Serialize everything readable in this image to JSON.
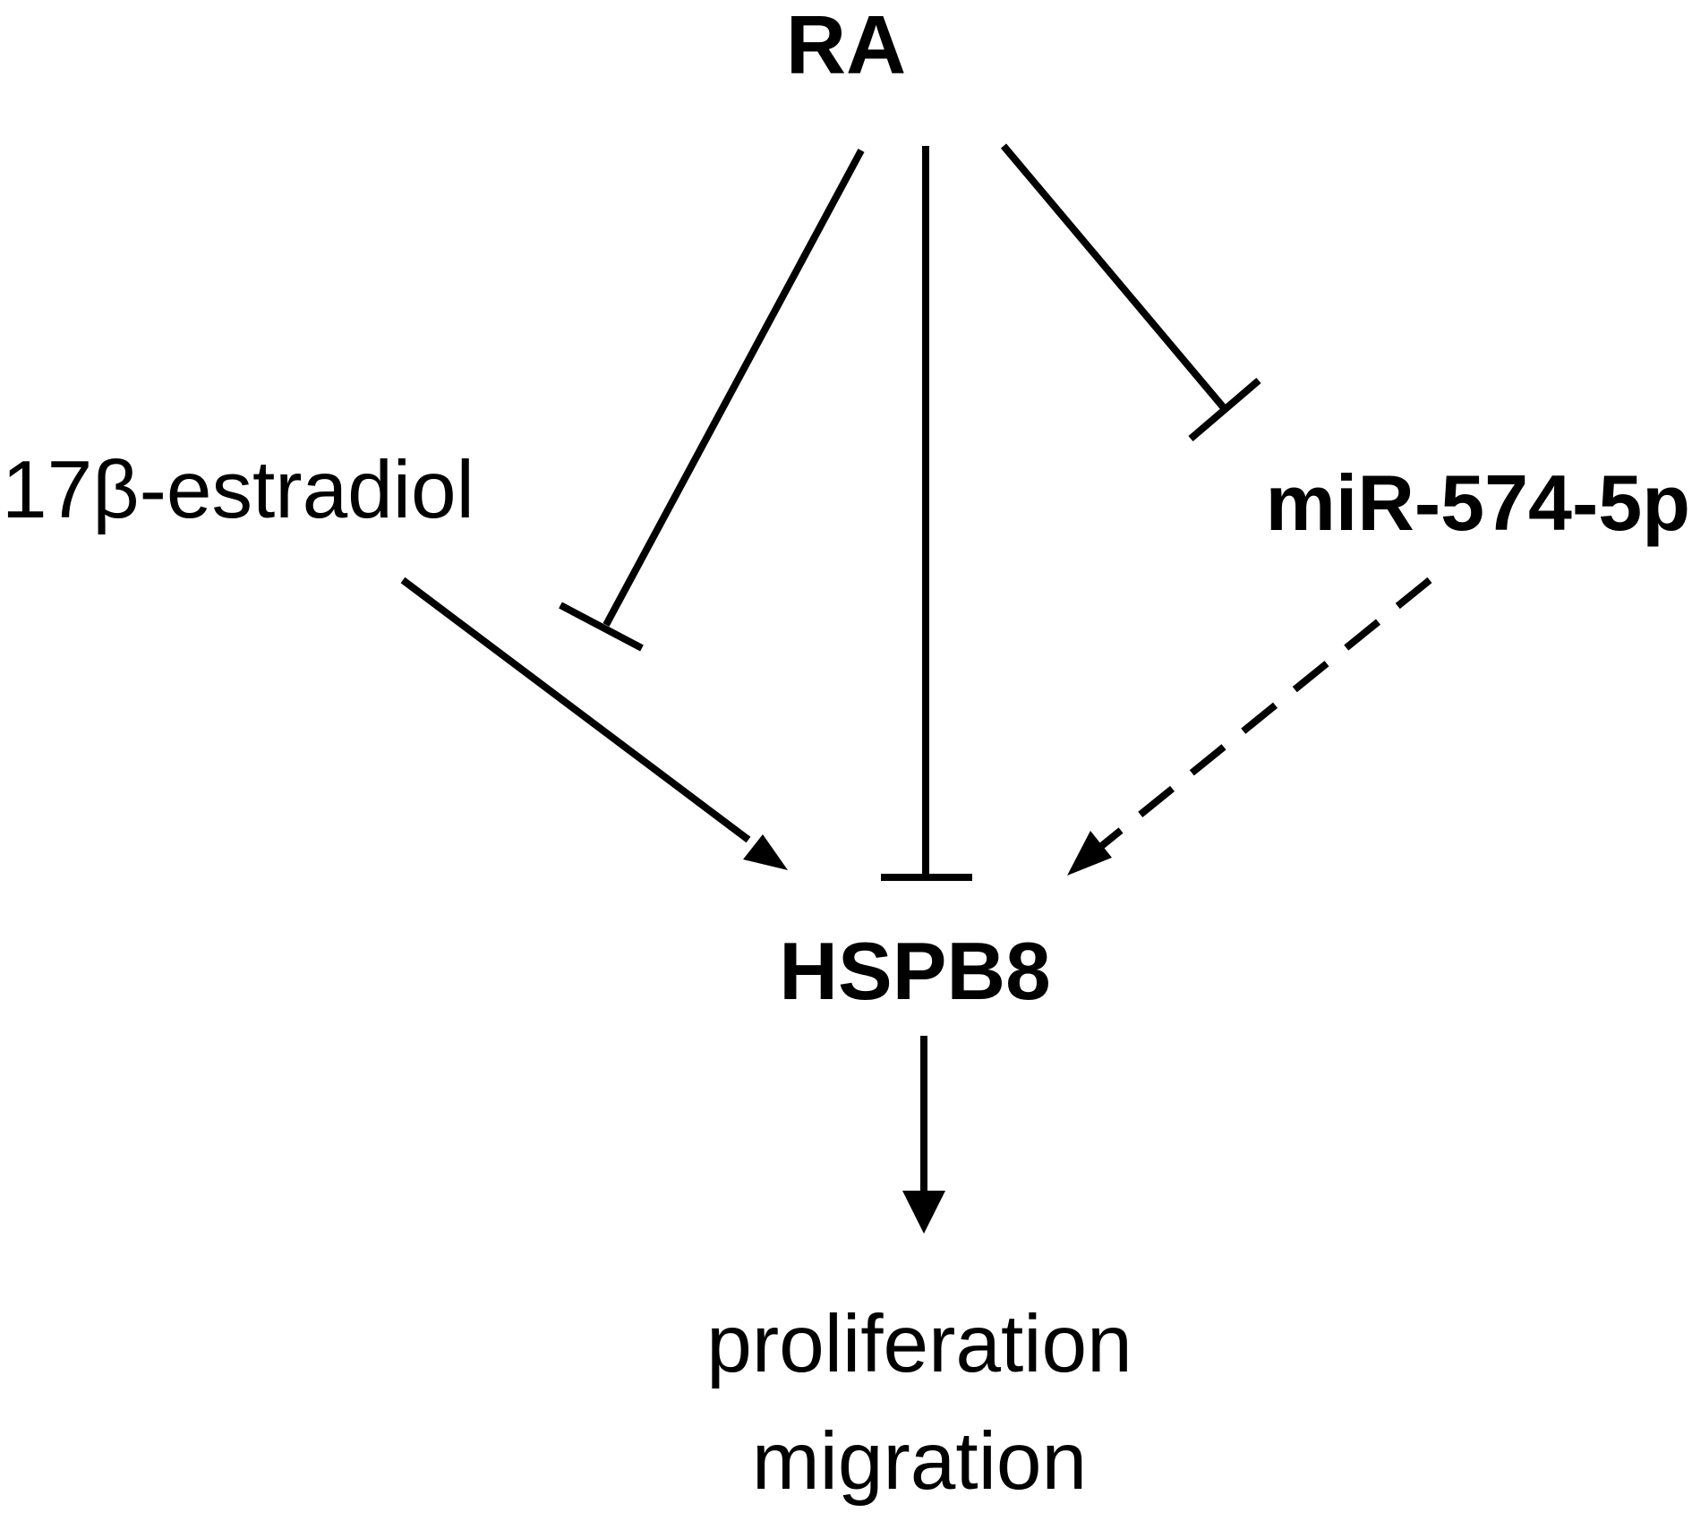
{
  "diagram": {
    "nodes": {
      "ra": "RA",
      "estradiol": "17β-estradiol",
      "mirna": "miR-574-5p",
      "hspb8": "HSPB8",
      "outcome_1": "proliferation",
      "outcome_2": "migration"
    },
    "edges": [
      {
        "from": "RA",
        "to": "17β-estradiol → HSPB8",
        "type": "inhibition",
        "style": "solid"
      },
      {
        "from": "RA",
        "to": "HSPB8",
        "type": "inhibition",
        "style": "solid"
      },
      {
        "from": "RA",
        "to": "miR-574-5p",
        "type": "inhibition",
        "style": "solid"
      },
      {
        "from": "17β-estradiol",
        "to": "HSPB8",
        "type": "activation",
        "style": "solid"
      },
      {
        "from": "miR-574-5p",
        "to": "HSPB8",
        "type": "activation",
        "style": "dashed"
      },
      {
        "from": "HSPB8",
        "to": "proliferation / migration",
        "type": "activation",
        "style": "solid"
      }
    ],
    "colors": {
      "ink": "#000000",
      "background": "#ffffff"
    }
  }
}
